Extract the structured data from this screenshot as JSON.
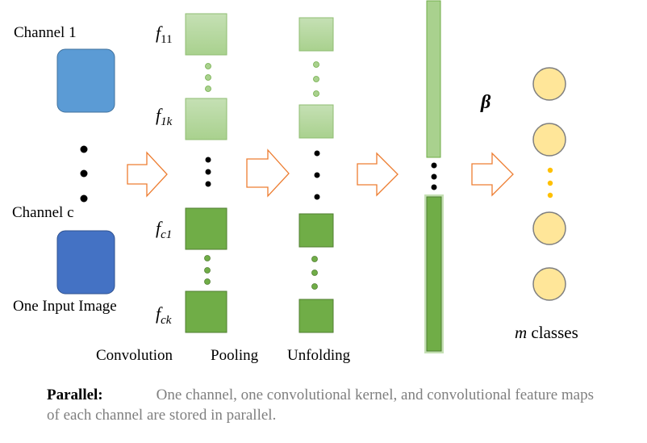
{
  "labels": {
    "channel_1": "Channel 1",
    "channel_c": "Channel c",
    "input_image": "One Input Image",
    "convolution": "Convolution",
    "pooling": "Pooling",
    "unfolding": "Unfolding",
    "beta": "β",
    "classes_var": "m",
    "classes_text": " classes"
  },
  "feature_labels": {
    "f11": {
      "base": "f",
      "sub": "11"
    },
    "f1k": {
      "base": "f",
      "sub": "1k"
    },
    "fc1": {
      "base": "f",
      "sub": "c1"
    },
    "fck": {
      "base": "f",
      "sub": "ck"
    }
  },
  "caption": {
    "heading": "Parallel:",
    "text": "One channel, one convolutional kernel, and convolutional feature maps of each channel are stored in parallel."
  },
  "colors": {
    "channel_1_fill": "#5b9bd5",
    "channel_c_fill": "#4472c4",
    "light_green": "#a9d18e",
    "dark_green": "#70ad47",
    "arrow_stroke": "#ed7d31",
    "node_fill": "#ffe699",
    "node_stroke": "#7f7f7f",
    "dot_black": "#000000",
    "dot_yellow": "#ffc000"
  }
}
